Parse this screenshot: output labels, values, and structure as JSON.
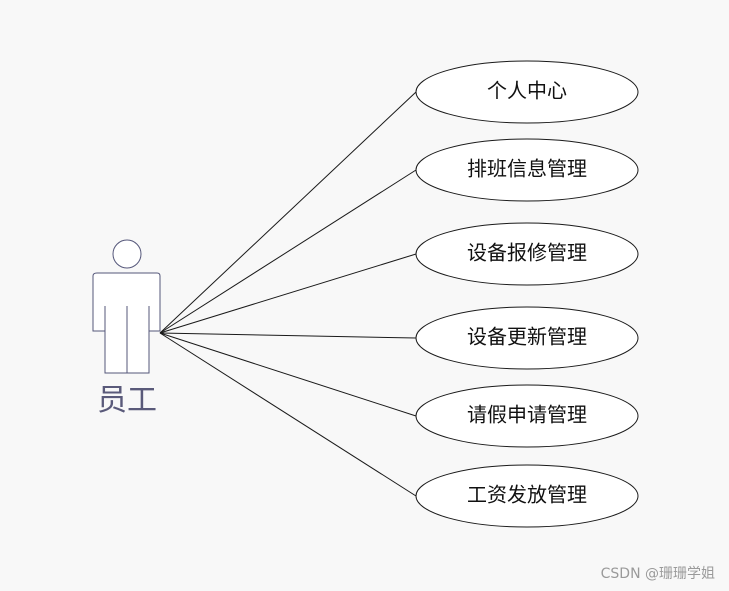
{
  "actor": {
    "label": "员工",
    "icon": "stick-figure-actor"
  },
  "use_cases": [
    {
      "label": "个人中心"
    },
    {
      "label": "排班信息管理"
    },
    {
      "label": "设备报修管理"
    },
    {
      "label": "设备更新管理"
    },
    {
      "label": "请假申请管理"
    },
    {
      "label": "工资发放管理"
    }
  ],
  "watermark": "CSDN @珊珊学姐"
}
